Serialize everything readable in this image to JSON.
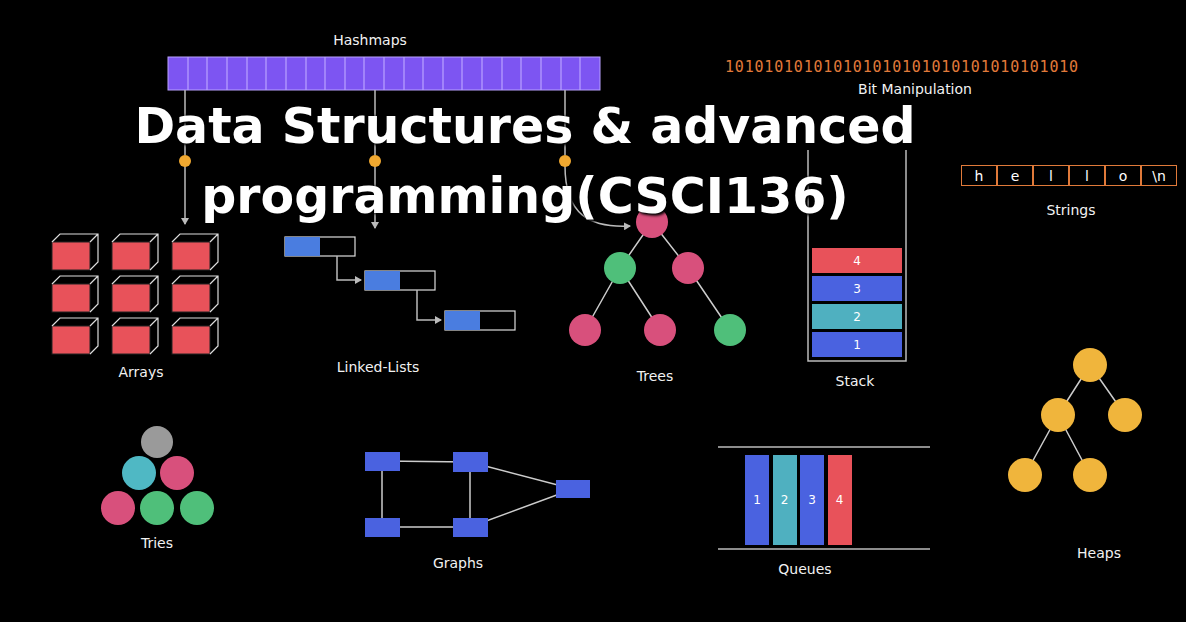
{
  "diagram": {
    "title": "Data Structures & advanced programming(CSCI136)",
    "nodes": [
      {
        "text": [
          "h"
        ]
      },
      {
        "text": [
          "e"
        ]
      },
      {
        "text": [
          "l"
        ]
      },
      {
        "text": [
          "l"
        ]
      },
      {
        "text": [
          "o"
        ]
      },
      {
        "text": [
          "\\n"
        ]
      },
      {
        "text": [
          "4"
        ]
      },
      {
        "text": [
          "3"
        ]
      },
      {
        "text": [
          "2"
        ]
      },
      {
        "text": [
          "1"
        ]
      },
      {
        "text": [
          "1"
        ]
      },
      {
        "text": [
          "2"
        ]
      },
      {
        "text": [
          "3"
        ]
      },
      {
        "text": [
          "4"
        ]
      }
    ],
    "labels": [
      "Hashmaps",
      "101010101010101010101010101010101010",
      "Bit Manipulation",
      "Strings",
      "Arrays",
      "Linked-Lists",
      "Trees",
      "Stack",
      "Tries",
      "Graphs",
      "Queues",
      "Heaps"
    ]
  }
}
